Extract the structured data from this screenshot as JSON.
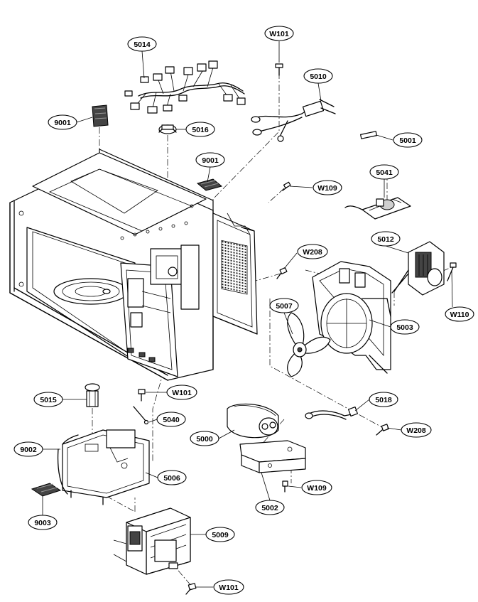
{
  "labels": {
    "p5014": "5014",
    "w101_top": "W101",
    "p5010": "5010",
    "p9001_a": "9001",
    "p5016": "5016",
    "p5001": "5001",
    "p9001_b": "9001",
    "p5041": "5041",
    "w109_top": "W109",
    "p5012": "5012",
    "w208_mid": "W208",
    "w110": "W110",
    "p5007": "5007",
    "p5003": "5003",
    "p5015": "5015",
    "w101_mid": "W101",
    "p5040": "5040",
    "p5018": "5018",
    "p5000": "5000",
    "w208_low": "W208",
    "p9002": "9002",
    "p5006": "5006",
    "w109_low": "W109",
    "p5002": "5002",
    "p9003": "9003",
    "p5009": "5009",
    "w101_bottom": "W101"
  }
}
